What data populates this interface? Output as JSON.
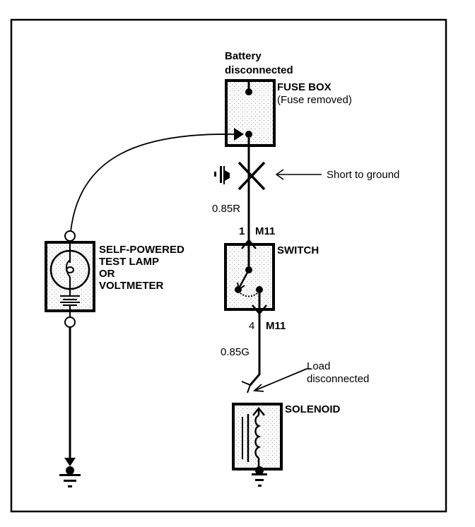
{
  "colors": {
    "ink": "#000000",
    "background": "#ffffff",
    "box_fill": "#f2f2f2"
  },
  "fuse_box": {
    "note_line1": "Battery",
    "note_line2": "disconnected",
    "title": "FUSE BOX",
    "subtitle": "(Fuse removed)"
  },
  "short": {
    "label": "Short to ground",
    "icon": "ground-short-icon"
  },
  "wires": {
    "upper_wire": "0.85R",
    "lower_wire": "0.85G"
  },
  "switch": {
    "title": "SWITCH",
    "pin_top_number": "1",
    "pin_top_connector": "M11",
    "pin_bottom_number": "4",
    "pin_bottom_connector": "M11"
  },
  "tester": {
    "line1": "SELF-POWERED",
    "line2": "TEST LAMP",
    "line3": "OR",
    "line4": "VOLTMETER"
  },
  "load": {
    "note_line1": "Load",
    "note_line2": "disconnected",
    "title": "SOLENOID"
  }
}
